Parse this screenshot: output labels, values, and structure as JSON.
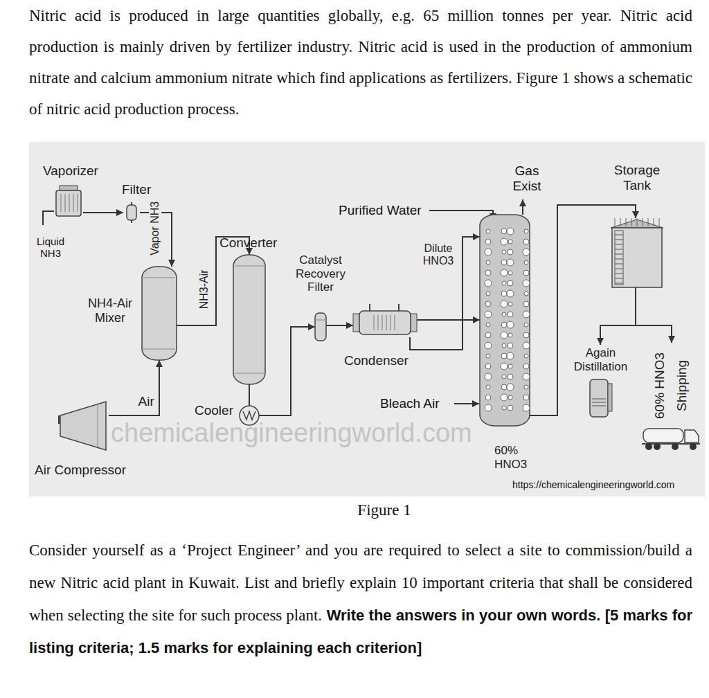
{
  "diagram": {
    "caption": "Figure 1",
    "nodes": [
      {
        "text": [
          "Vaporizer"
        ]
      },
      {
        "text": [
          "Filter"
        ]
      },
      {
        "text": [
          "NH4-Air Mixer"
        ]
      },
      {
        "text": [
          "Converter"
        ]
      },
      {
        "text": [
          "Cooler"
        ]
      },
      {
        "text": [
          "Catalyst Recovery Filter"
        ]
      },
      {
        "text": [
          "Condenser"
        ]
      },
      {
        "text": [
          "60% HNO3"
        ]
      },
      {
        "text": [
          "Storage Tank"
        ]
      },
      {
        "text": [
          "Again Distillation"
        ]
      },
      {
        "text": [
          "60% HNO3",
          "Shipping"
        ]
      },
      {
        "text": [
          "Air Compressor"
        ]
      }
    ],
    "edges": [
      {
        "from": 0,
        "to": 1,
        "arrow": "to"
      },
      {
        "from": 1,
        "to": 2,
        "label": "Vapor NH3",
        "arrow": "to"
      },
      {
        "from": 11,
        "to": 2,
        "label": "Air",
        "arrow": "to"
      },
      {
        "from": 2,
        "to": 3,
        "label": "NH3-Air",
        "arrow": "to"
      },
      {
        "from": 3,
        "to": 4,
        "arrow": "none"
      },
      {
        "from": 4,
        "to": 5,
        "arrow": "to"
      },
      {
        "from": 5,
        "to": 6,
        "arrow": "to"
      },
      {
        "from": 6,
        "to": 7,
        "arrow": "to"
      },
      {
        "from": 6,
        "to": 7,
        "label": "Dilute HNO3",
        "arrow": "to"
      },
      {
        "from": 7,
        "to": 8,
        "arrow": "to"
      },
      {
        "from": 8,
        "to": 9,
        "arrow": "to"
      },
      {
        "from": 8,
        "to": 10,
        "arrow": "to"
      }
    ],
    "labels": [
      "Nitric acid is produced in large quantities globally, e.g. 65 million tonnes per year. Nitric acid production is mainly driven by fertilizer industry. Nitric acid is used in the production of ammonium nitrate and calcium ammonium nitrate which find applications as fertilizers. Figure 1 shows a schematic of nitric acid production process.",
      "Liquid NH3",
      "Purified Water",
      "Gas Exist",
      "Bleach Air",
      "chemicalengineeringworld.com",
      "https://chemicalengineeringworld.com",
      "Consider yourself as a ‘Project Engineer’ and you are required to select a site to commission/build a new Nitric acid plant in Kuwait. List and briefly explain 10 important criteria that shall be considered when selecting the site for such process plant.",
      "Write the answers in your own words. [5 marks for listing criteria; 1.5 marks for explaining each criterion]"
    ]
  }
}
